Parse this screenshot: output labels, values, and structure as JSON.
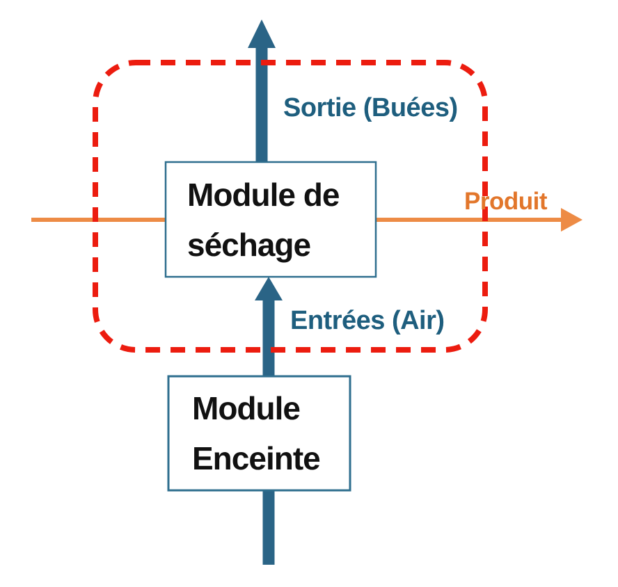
{
  "diagram": {
    "boxes": {
      "sechage": {
        "line1": "Module de",
        "line2": "séchage"
      },
      "enceinte": {
        "line1": "Module",
        "line2": "Enceinte"
      }
    },
    "labels": {
      "sortie": "Sortie (Buées)",
      "entrees": "Entrées (Air)",
      "produit": "Produit"
    },
    "colors": {
      "red_dashed": "#EC1C0F",
      "arrow_blue": "#2A6486",
      "label_blue": "#1E5E7E",
      "box_border": "#2E6E8E",
      "orange": "#ED8B45",
      "produit_text": "#E2762B",
      "box_text": "#111111",
      "background": "#FFFFFF"
    }
  }
}
